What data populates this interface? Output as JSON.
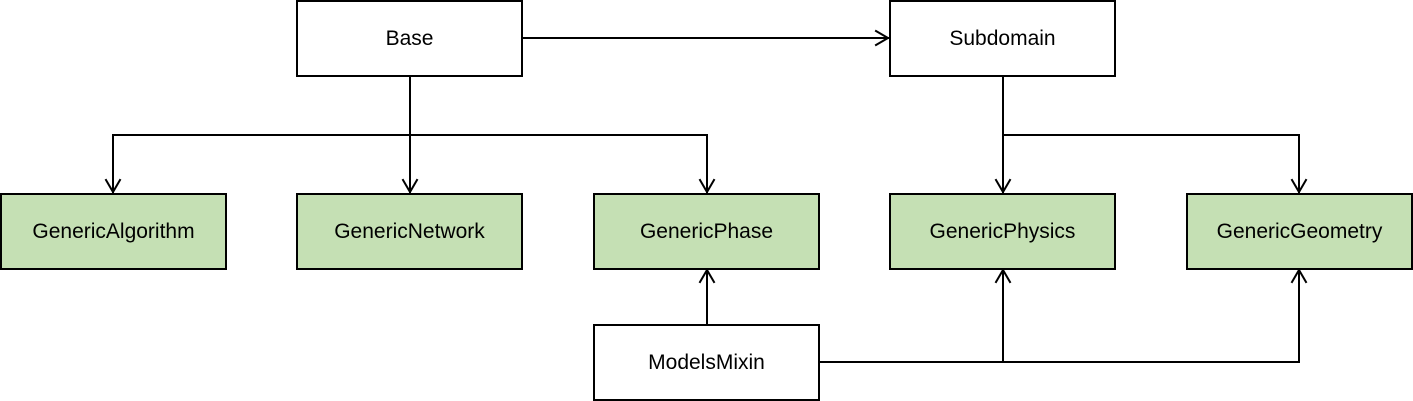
{
  "colors": {
    "plain_fill": "#ffffff",
    "highlight_fill": "#c5e0b4",
    "stroke": "#000000"
  },
  "nodes": {
    "base": "Base",
    "subdomain": "Subdomain",
    "generic_algorithm": "GenericAlgorithm",
    "generic_network": "GenericNetwork",
    "generic_phase": "GenericPhase",
    "generic_physics": "GenericPhysics",
    "generic_geometry": "GenericGeometry",
    "models_mixin": "ModelsMixin"
  },
  "edges": [
    {
      "from": "base",
      "to": "subdomain"
    },
    {
      "from": "base",
      "to": "generic_algorithm"
    },
    {
      "from": "base",
      "to": "generic_network"
    },
    {
      "from": "base",
      "to": "generic_phase"
    },
    {
      "from": "subdomain",
      "to": "generic_physics"
    },
    {
      "from": "subdomain",
      "to": "generic_geometry"
    },
    {
      "from": "models_mixin",
      "to": "generic_phase"
    },
    {
      "from": "models_mixin",
      "to": "generic_physics"
    },
    {
      "from": "models_mixin",
      "to": "generic_geometry"
    }
  ]
}
